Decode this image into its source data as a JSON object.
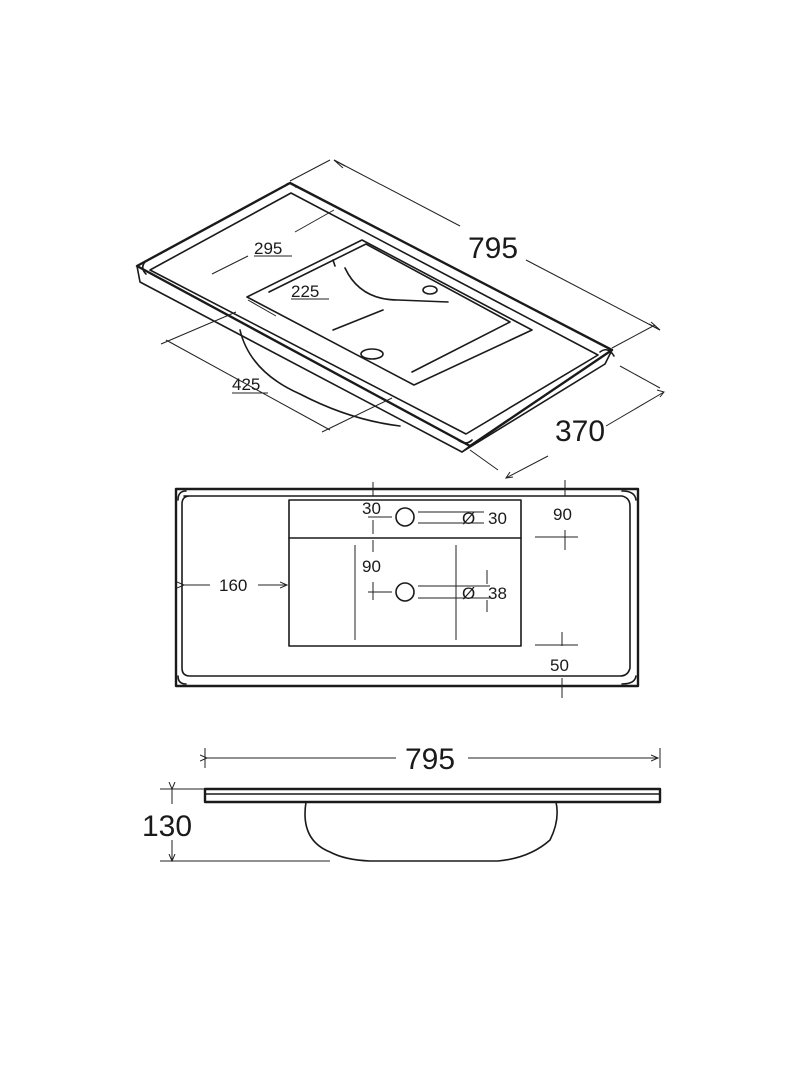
{
  "iso": {
    "length": "795",
    "depth": "370",
    "bowl_length": "295",
    "bowl_depth": "225",
    "left_offset": "425"
  },
  "plan": {
    "tap_hole_offset": "30",
    "tap_hole_dia": "30",
    "right_margin": "90",
    "waste_offset": "90",
    "left_margin": "160",
    "waste_dia": "38",
    "front_margin": "50",
    "dia_symbol": "Ø"
  },
  "side": {
    "length": "795",
    "height": "130"
  }
}
